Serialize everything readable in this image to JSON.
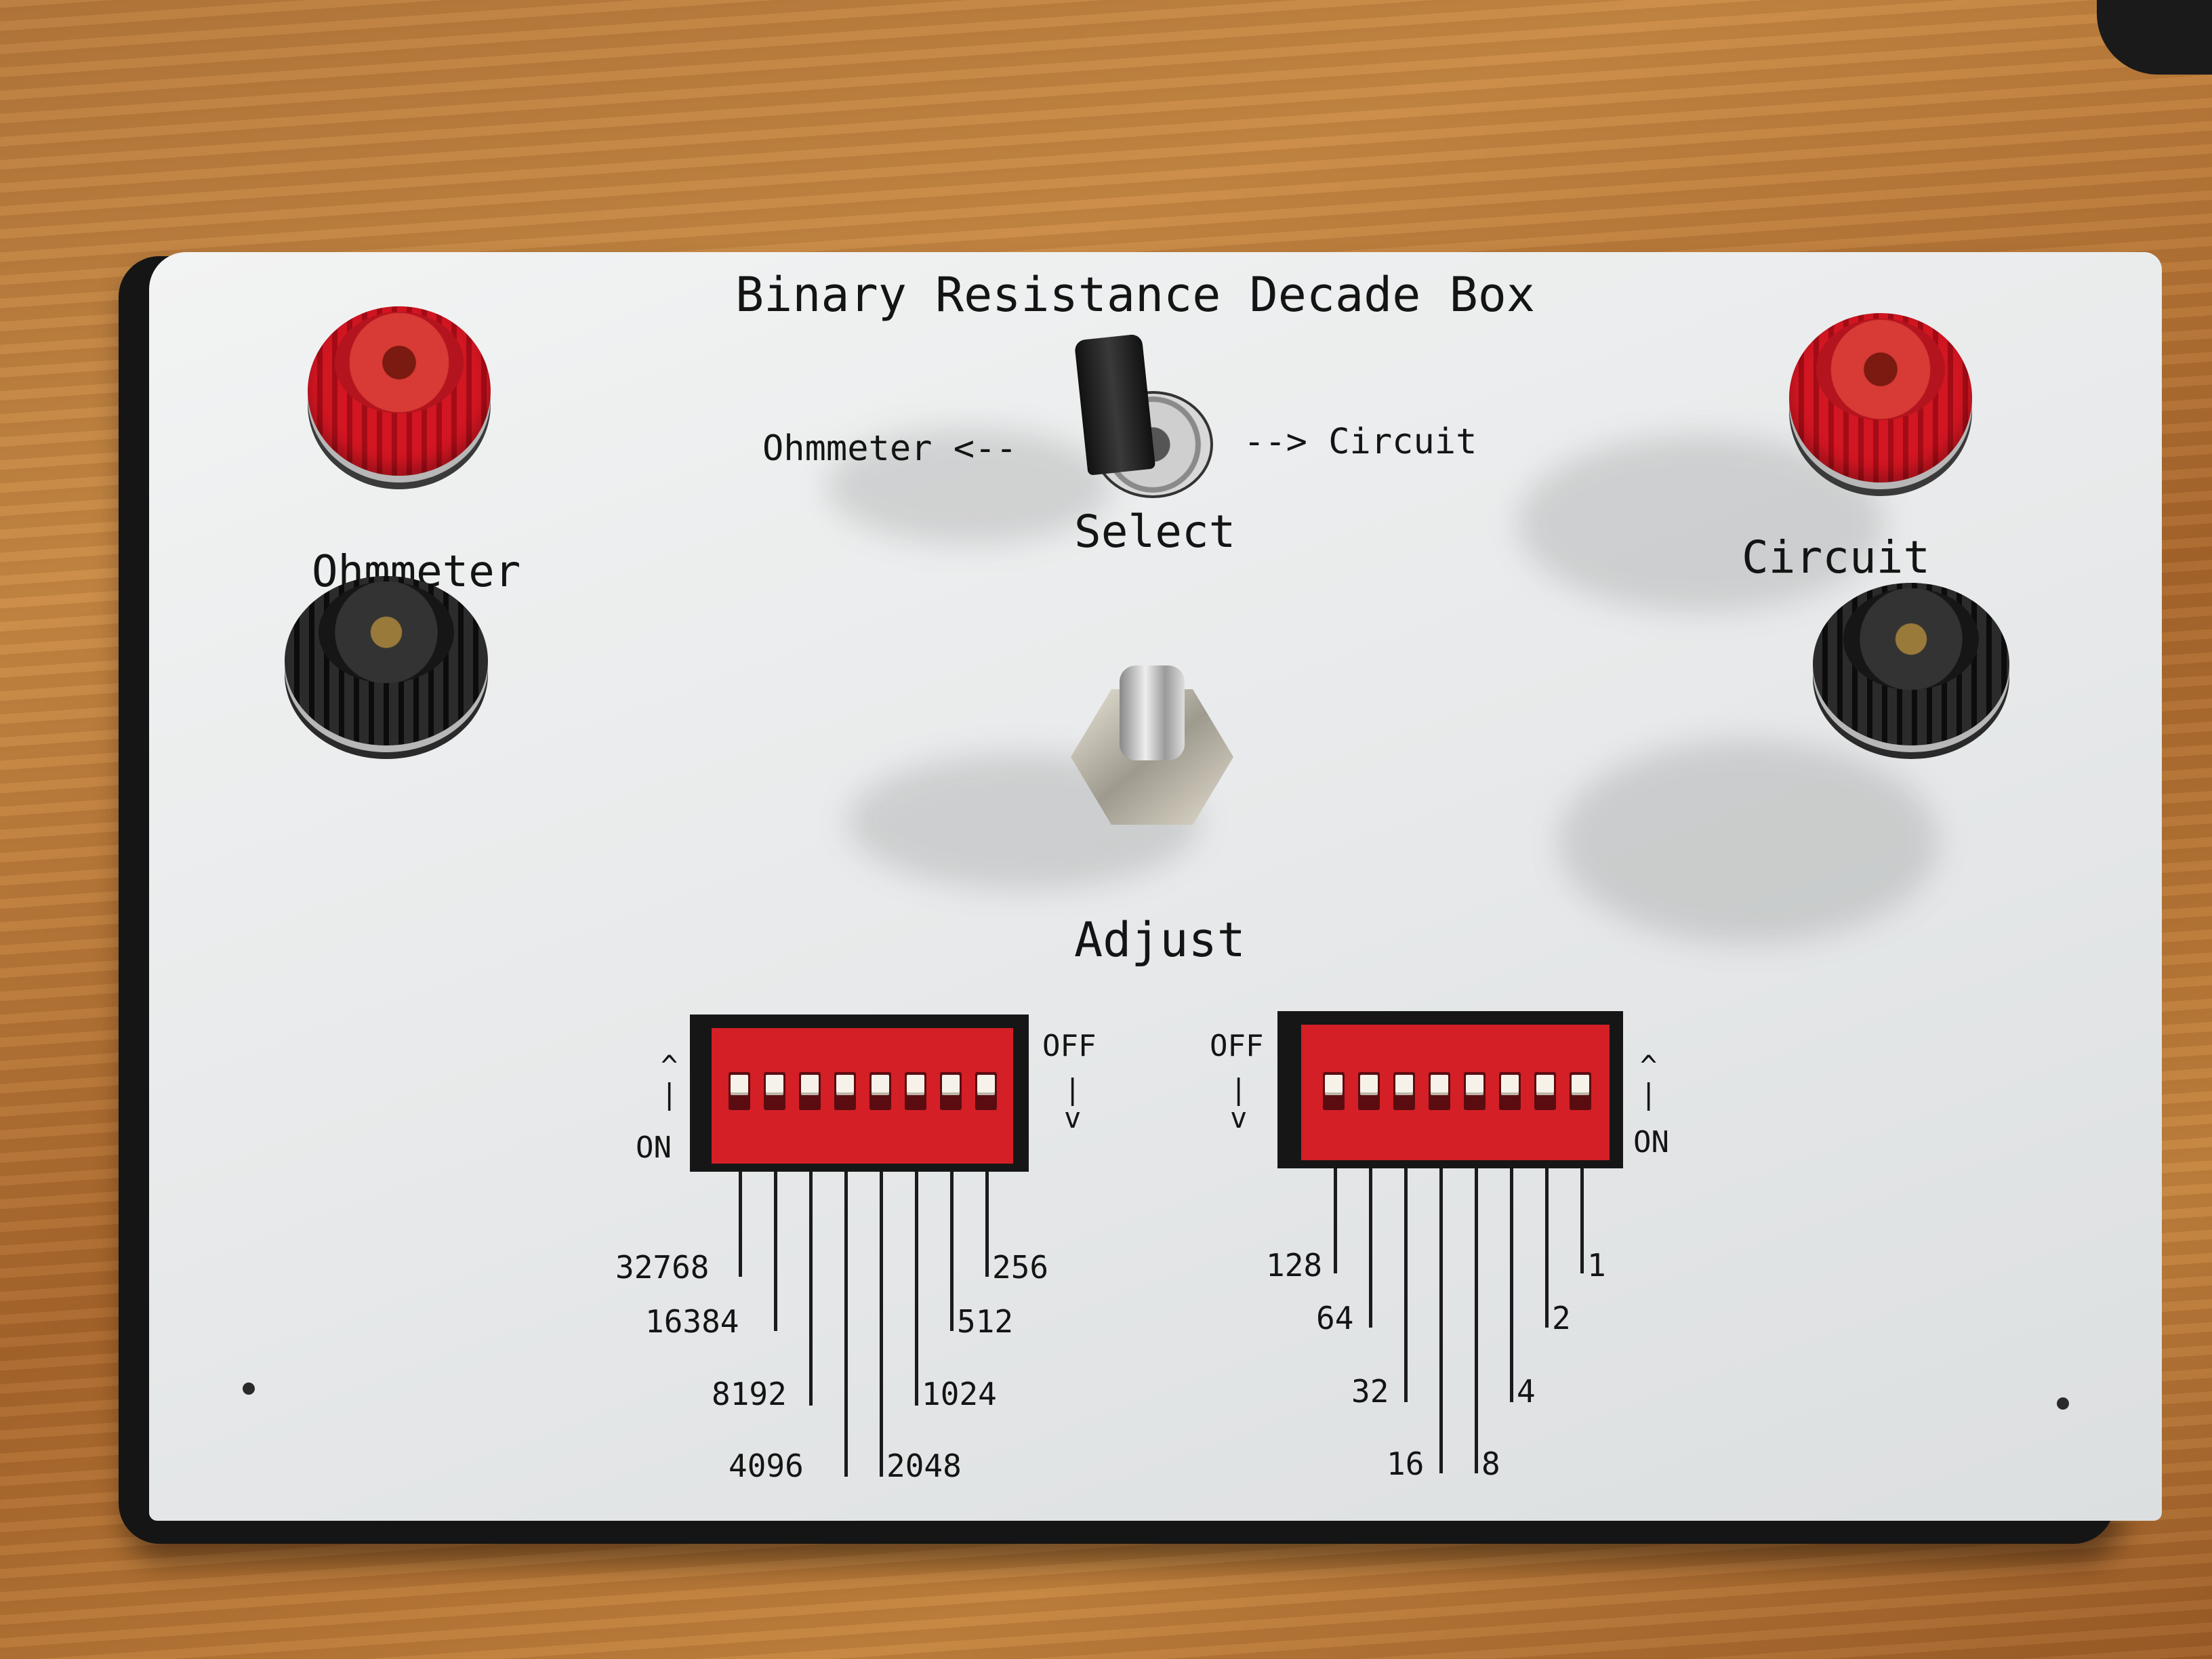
{
  "panel": {
    "title": "Binary Resistance Decade Box",
    "select_left": "Ohmmeter <--",
    "select_right": "--> Circuit",
    "select_label": "Select",
    "left_terminals_label": "Ohmmeter",
    "right_terminals_label": "Circuit",
    "adjust_label": "Adjust"
  },
  "left_dip": {
    "on_label": "ON",
    "off_label": "OFF",
    "values": [
      "32768",
      "16384",
      "8192",
      "4096",
      "2048",
      "1024",
      "512",
      "256"
    ]
  },
  "right_dip": {
    "on_label": "ON",
    "off_label": "OFF",
    "values": [
      "128",
      "64",
      "32",
      "16",
      "8",
      "4",
      "2",
      "1"
    ]
  },
  "colors": {
    "panel": "#eceeef",
    "terminal_red": "#d21622",
    "terminal_black": "#1a1a1a",
    "dip_red": "#d41f26",
    "wood": "#b77a3c"
  }
}
